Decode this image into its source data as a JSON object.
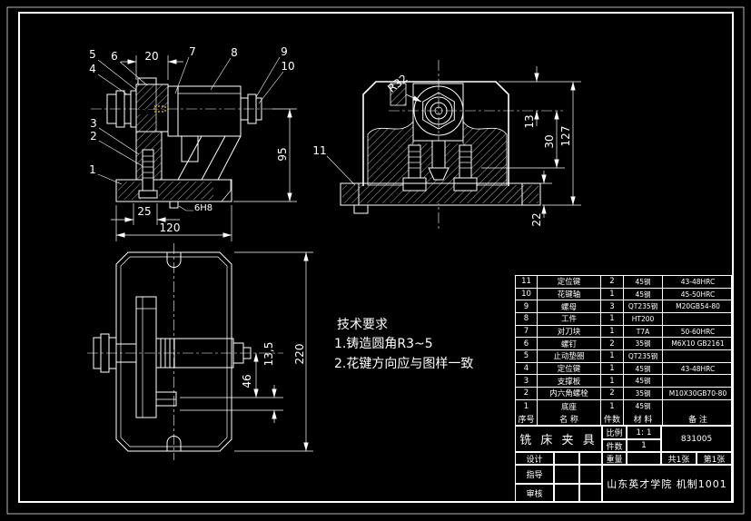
{
  "tech_requirements": {
    "title": "技术要求",
    "items": [
      "1.铸造圆角R3~5",
      "2.花键方向应与图样一致"
    ]
  },
  "front_view": {
    "balloons": [
      "5",
      "6",
      "7",
      "8",
      "9",
      "10",
      "4",
      "3",
      "2",
      "1"
    ],
    "dim_top": "20",
    "dim_height": "95",
    "dim_slot": "25",
    "dim_width": "120",
    "note": "6H8"
  },
  "side_view": {
    "balloon": "11",
    "radius_label": "R32",
    "dim_13": "13",
    "dim_30": "30",
    "dim_127": "127",
    "dim_22": "22"
  },
  "plan_view": {
    "dim_46": "46",
    "dim_135": "13,5",
    "dim_220": "220"
  },
  "bom": {
    "headers": {
      "no": "序号",
      "name": "名  称",
      "qty": "件数",
      "material": "材 料",
      "remark": "备  注"
    },
    "rows": [
      {
        "no": "11",
        "name": "定位键",
        "qty": "2",
        "material": "45钢",
        "remark": "43-48HRC"
      },
      {
        "no": "10",
        "name": "花键轴",
        "qty": "1",
        "material": "45钢",
        "remark": "45-50HRC"
      },
      {
        "no": "9",
        "name": "螺母",
        "qty": "3",
        "material": "QT235钢",
        "remark": "M20GB54-80"
      },
      {
        "no": "8",
        "name": "工件",
        "qty": "1",
        "material": "HT200",
        "remark": ""
      },
      {
        "no": "7",
        "name": "对刀块",
        "qty": "1",
        "material": "T7A",
        "remark": "50-60HRC"
      },
      {
        "no": "6",
        "name": "螺钉",
        "qty": "2",
        "material": "35钢",
        "remark": "M6X10 GB2161"
      },
      {
        "no": "5",
        "name": "止动垫圈",
        "qty": "1",
        "material": "QT235钢",
        "remark": ""
      },
      {
        "no": "4",
        "name": "定位键",
        "qty": "1",
        "material": "45钢",
        "remark": "43-48HRC"
      },
      {
        "no": "3",
        "name": "支撑板",
        "qty": "1",
        "material": "45钢",
        "remark": ""
      },
      {
        "no": "2",
        "name": "内六角螺栓",
        "qty": "2",
        "material": "35钢",
        "remark": "M10X30GB70-80"
      },
      {
        "no": "1",
        "name": "底座",
        "qty": "1",
        "material": "45钢",
        "remark": ""
      }
    ]
  },
  "title_block": {
    "product": "铣 床 夹 具",
    "scale_label": "比例",
    "scale_value": "1: 1",
    "qty_label": "件数",
    "qty_value": "1",
    "drawing_no": "831005",
    "designer_label": "设计",
    "weight_label": "重量",
    "sheets_total": "共1张",
    "sheet_number": "第1张",
    "advisor_label": "指导",
    "checker_label": "审核",
    "organization": "山东英才学院 机制1001"
  }
}
